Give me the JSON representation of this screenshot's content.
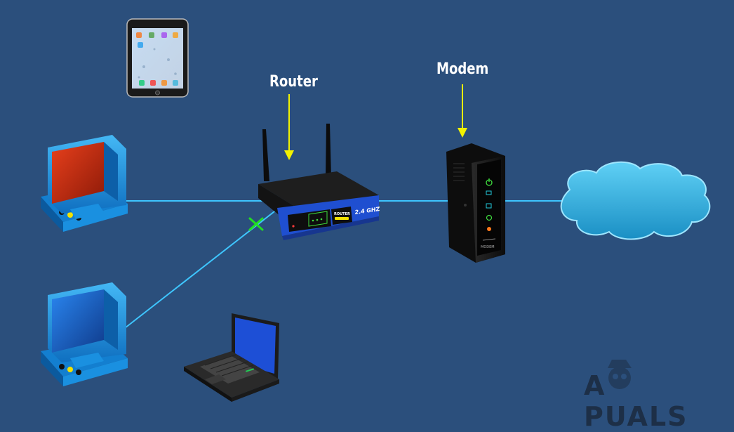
{
  "labels": {
    "router": "Router",
    "modem": "Modem"
  },
  "router_panel": {
    "badge": "ROUTER",
    "band": "2.4 GHZ"
  },
  "modem_panel": {
    "brand": "MODEM"
  },
  "watermark": {
    "left": "A",
    "right": "PUALS"
  },
  "colors": {
    "background": "#2b4f7c",
    "cable": "#3ec6ff",
    "arrow": "#f2f200",
    "disconnect_mark": "#22dd22",
    "cloud": "#36b9e6",
    "router_body": "#1f4fd0",
    "monitor_top_screen": "#d02a10",
    "monitor_bottom_screen": "#1d6fd6"
  },
  "icons": [
    "tablet-icon",
    "desktop-computer-icon",
    "desktop-computer-icon",
    "laptop-icon",
    "router-icon",
    "modem-icon",
    "internet-cloud-icon",
    "disconnected-x-icon"
  ]
}
